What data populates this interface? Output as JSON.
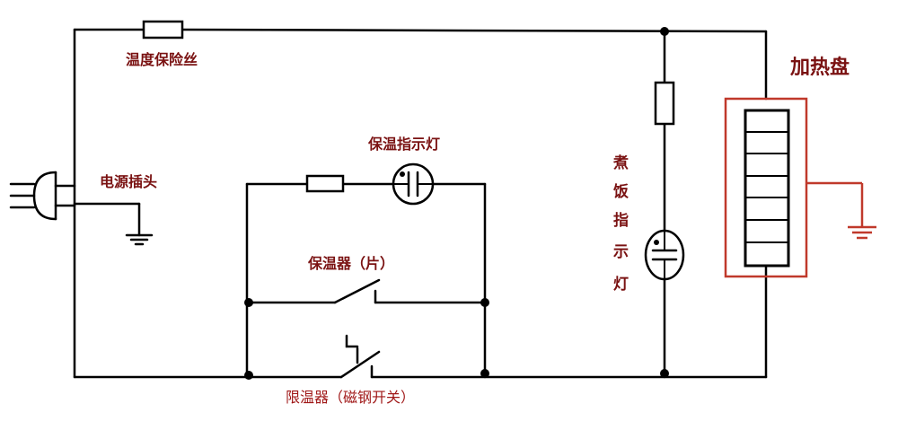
{
  "labels": {
    "fuse": "温度保险丝",
    "power_plug": "电源插头",
    "warm_indicator": "保温指示灯",
    "thermostat": "保温器（片）",
    "limiter": "限温器（磁钢开关）",
    "cook_indicator_chars": [
      "煮",
      "饭",
      "指",
      "示",
      "灯"
    ],
    "heating_plate": "加热盘"
  },
  "colors": {
    "wire": "#000000",
    "label": "#7a1212",
    "heater_frame": "#c0392b"
  }
}
